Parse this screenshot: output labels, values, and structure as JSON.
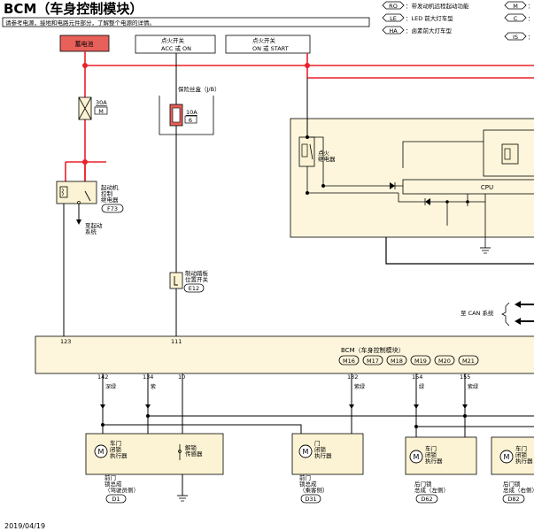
{
  "title": "BCM（车身控制模块）",
  "note": "请参考电源，接地和电路元件部分，了解整个电源的详情。",
  "legend": [
    {
      "code": "RO",
      "text": "：带发动机远程起动功能"
    },
    {
      "code": "LE",
      "text": "：LED 前大灯车型"
    },
    {
      "code": "HA",
      "text": "：卤素前大灯车型"
    },
    {
      "code": "M",
      "text": "："
    },
    {
      "code": "C",
      "text": "："
    },
    {
      "code": "IS",
      "text": "："
    }
  ],
  "power": {
    "battery": "蓄电池",
    "ign_acc_l1": "点火开关",
    "ign_acc_l2": "ACC 或 ON",
    "ign_start_l1": "点火开关",
    "ign_start_l2": "ON 或 START"
  },
  "fuse30": {
    "amp": "30A",
    "loc": "M"
  },
  "jb": {
    "label": "保险丝盒（J/B）",
    "amp": "10A",
    "num": "6"
  },
  "ign_relay": {
    "l1": "点火",
    "l2": "继电器"
  },
  "cpu": "CPU",
  "starter_relay": {
    "l1": "起动机",
    "l2": "控制",
    "l3": "继电器",
    "conn": "F73"
  },
  "to_starter": {
    "l1": "至起动",
    "l2": "系统"
  },
  "brake_switch": {
    "l1": "制动踏板",
    "l2": "位置开关",
    "conn": "E12"
  },
  "can": "至 CAN 系统",
  "bcm": {
    "label": "BCM（车身控制模块）",
    "connectors": [
      "M16",
      "M17",
      "M18",
      "M19",
      "M20",
      "M21"
    ]
  },
  "pins": {
    "p123": "123",
    "p111": "111",
    "p142": "142",
    "p134": "134",
    "p10": "10",
    "p132": "132",
    "p154": "154",
    "p155": "155"
  },
  "wire_labels": {
    "w142": "深绿",
    "w134": "紫",
    "w132": "紫绿",
    "w154": "绿",
    "w155": "紫绿"
  },
  "front_left": {
    "actuator_l1": "车门",
    "actuator_l2": "闭锁",
    "actuator_l3": "执行器",
    "sensor_l1": "解锁",
    "sensor_l2": "传感器",
    "name_l1": "前门",
    "name_l2": "锁总成",
    "name_l3": "（驾驶员侧）",
    "conn": "D1"
  },
  "front_right": {
    "actuator_l1": "门",
    "actuator_l2": "闭锁",
    "actuator_l3": "执行器",
    "name_l1": "前门",
    "name_l2": "锁总成",
    "name_l3": "（乘客侧）",
    "conn": "D31"
  },
  "rear_left": {
    "actuator_l1": "车门",
    "actuator_l2": "闭锁",
    "actuator_l3": "执行器",
    "name_l1": "后门锁",
    "name_l2": "总成（左侧）",
    "conn": "D62"
  },
  "rear_right": {
    "actuator_l1": "车门",
    "actuator_l2": "闭锁",
    "actuator_l3": "执行器",
    "name_l1": "后门锁",
    "name_l2": "总成（右侧）",
    "conn": "D82"
  },
  "date": "2019/04/19",
  "colors": {
    "power_wire": "#e8202a",
    "battery_fill": "#e8605a",
    "bcm_fill": "#fdf6dc",
    "relay_fill": "#fbf3d3"
  }
}
